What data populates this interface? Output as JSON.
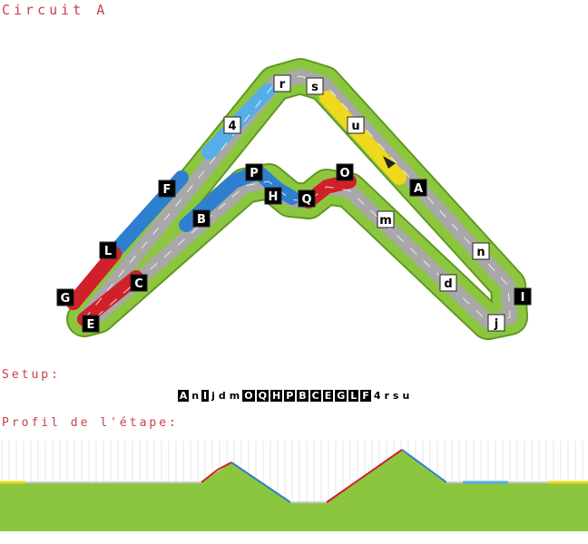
{
  "title": "Circuit A",
  "setup_label": "Setup:",
  "profile_label": "Profil de l'étape:",
  "tiles": [
    {
      "t": "A",
      "style": "black"
    },
    {
      "t": "n",
      "style": "white"
    },
    {
      "t": "I",
      "style": "black"
    },
    {
      "t": "j",
      "style": "white"
    },
    {
      "t": "d",
      "style": "white"
    },
    {
      "t": "m",
      "style": "white"
    },
    {
      "t": "O",
      "style": "black"
    },
    {
      "t": "Q",
      "style": "black"
    },
    {
      "t": "H",
      "style": "black"
    },
    {
      "t": "P",
      "style": "black"
    },
    {
      "t": "B",
      "style": "black"
    },
    {
      "t": "C",
      "style": "black"
    },
    {
      "t": "E",
      "style": "black"
    },
    {
      "t": "G",
      "style": "black"
    },
    {
      "t": "L",
      "style": "black"
    },
    {
      "t": "F",
      "style": "black"
    },
    {
      "t": "4",
      "style": "white"
    },
    {
      "t": "r",
      "style": "white"
    },
    {
      "t": "s",
      "style": "white"
    },
    {
      "t": "u",
      "style": "white"
    }
  ],
  "track_labels": [
    {
      "t": "r",
      "style": "white"
    },
    {
      "t": "s",
      "style": "white"
    },
    {
      "t": "u",
      "style": "white"
    },
    {
      "t": "4",
      "style": "white"
    },
    {
      "t": "A",
      "style": "black"
    },
    {
      "t": "n",
      "style": "white"
    },
    {
      "t": "I",
      "style": "black"
    },
    {
      "t": "j",
      "style": "white"
    },
    {
      "t": "d",
      "style": "white"
    },
    {
      "t": "m",
      "style": "white"
    },
    {
      "t": "O",
      "style": "black"
    },
    {
      "t": "Q",
      "style": "black"
    },
    {
      "t": "H",
      "style": "black"
    },
    {
      "t": "P",
      "style": "black"
    },
    {
      "t": "B",
      "style": "black"
    },
    {
      "t": "C",
      "style": "black"
    },
    {
      "t": "E",
      "style": "black"
    },
    {
      "t": "G",
      "style": "black"
    },
    {
      "t": "L",
      "style": "black"
    },
    {
      "t": "F",
      "style": "black"
    }
  ],
  "colors": {
    "header": "#c8414b",
    "grass": "#8cc63f",
    "grass_dark": "#5f9a1e",
    "asphalt": "#a8a8a8",
    "downhill": "#2f7fd0",
    "light_blue": "#55aee8",
    "uphill": "#d0202a",
    "yellow": "#f0d81c"
  }
}
